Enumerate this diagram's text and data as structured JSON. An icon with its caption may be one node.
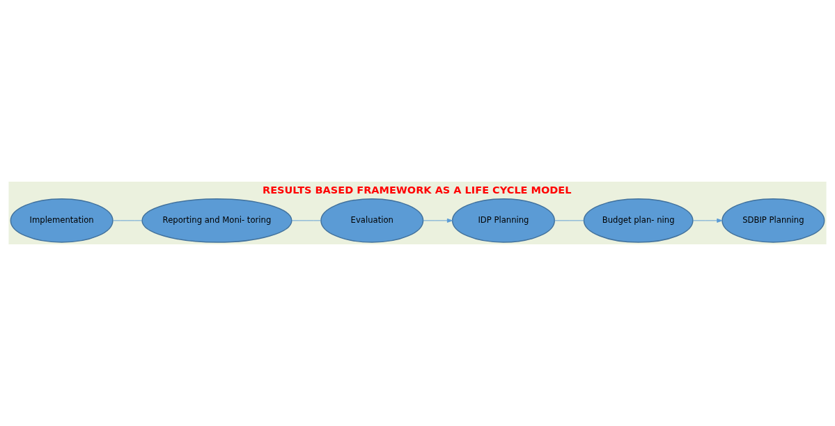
{
  "diagram": {
    "title": "RESULTS BASED FRAMEWORK AS A LIFE CYCLE MODEL",
    "nodes": [
      {
        "text": [
          "Evaluation"
        ]
      },
      {
        "text": [
          "IDP Planning"
        ]
      },
      {
        "text": [
          "Budget plan- ning"
        ]
      },
      {
        "text": [
          "Reporting and Moni- toring"
        ]
      },
      {
        "text": [
          "SDBIP Planning"
        ]
      },
      {
        "text": [
          "Implementation"
        ]
      }
    ],
    "edges": [
      {
        "from": 0,
        "to": 1,
        "arrow": "to"
      },
      {
        "from": 1,
        "to": 2,
        "arrow": "none"
      },
      {
        "from": 2,
        "to": 4,
        "arrow": "to"
      },
      {
        "from": 5,
        "to": 3,
        "arrow": "none"
      },
      {
        "from": 3,
        "to": 0,
        "arrow": "none"
      }
    ]
  }
}
